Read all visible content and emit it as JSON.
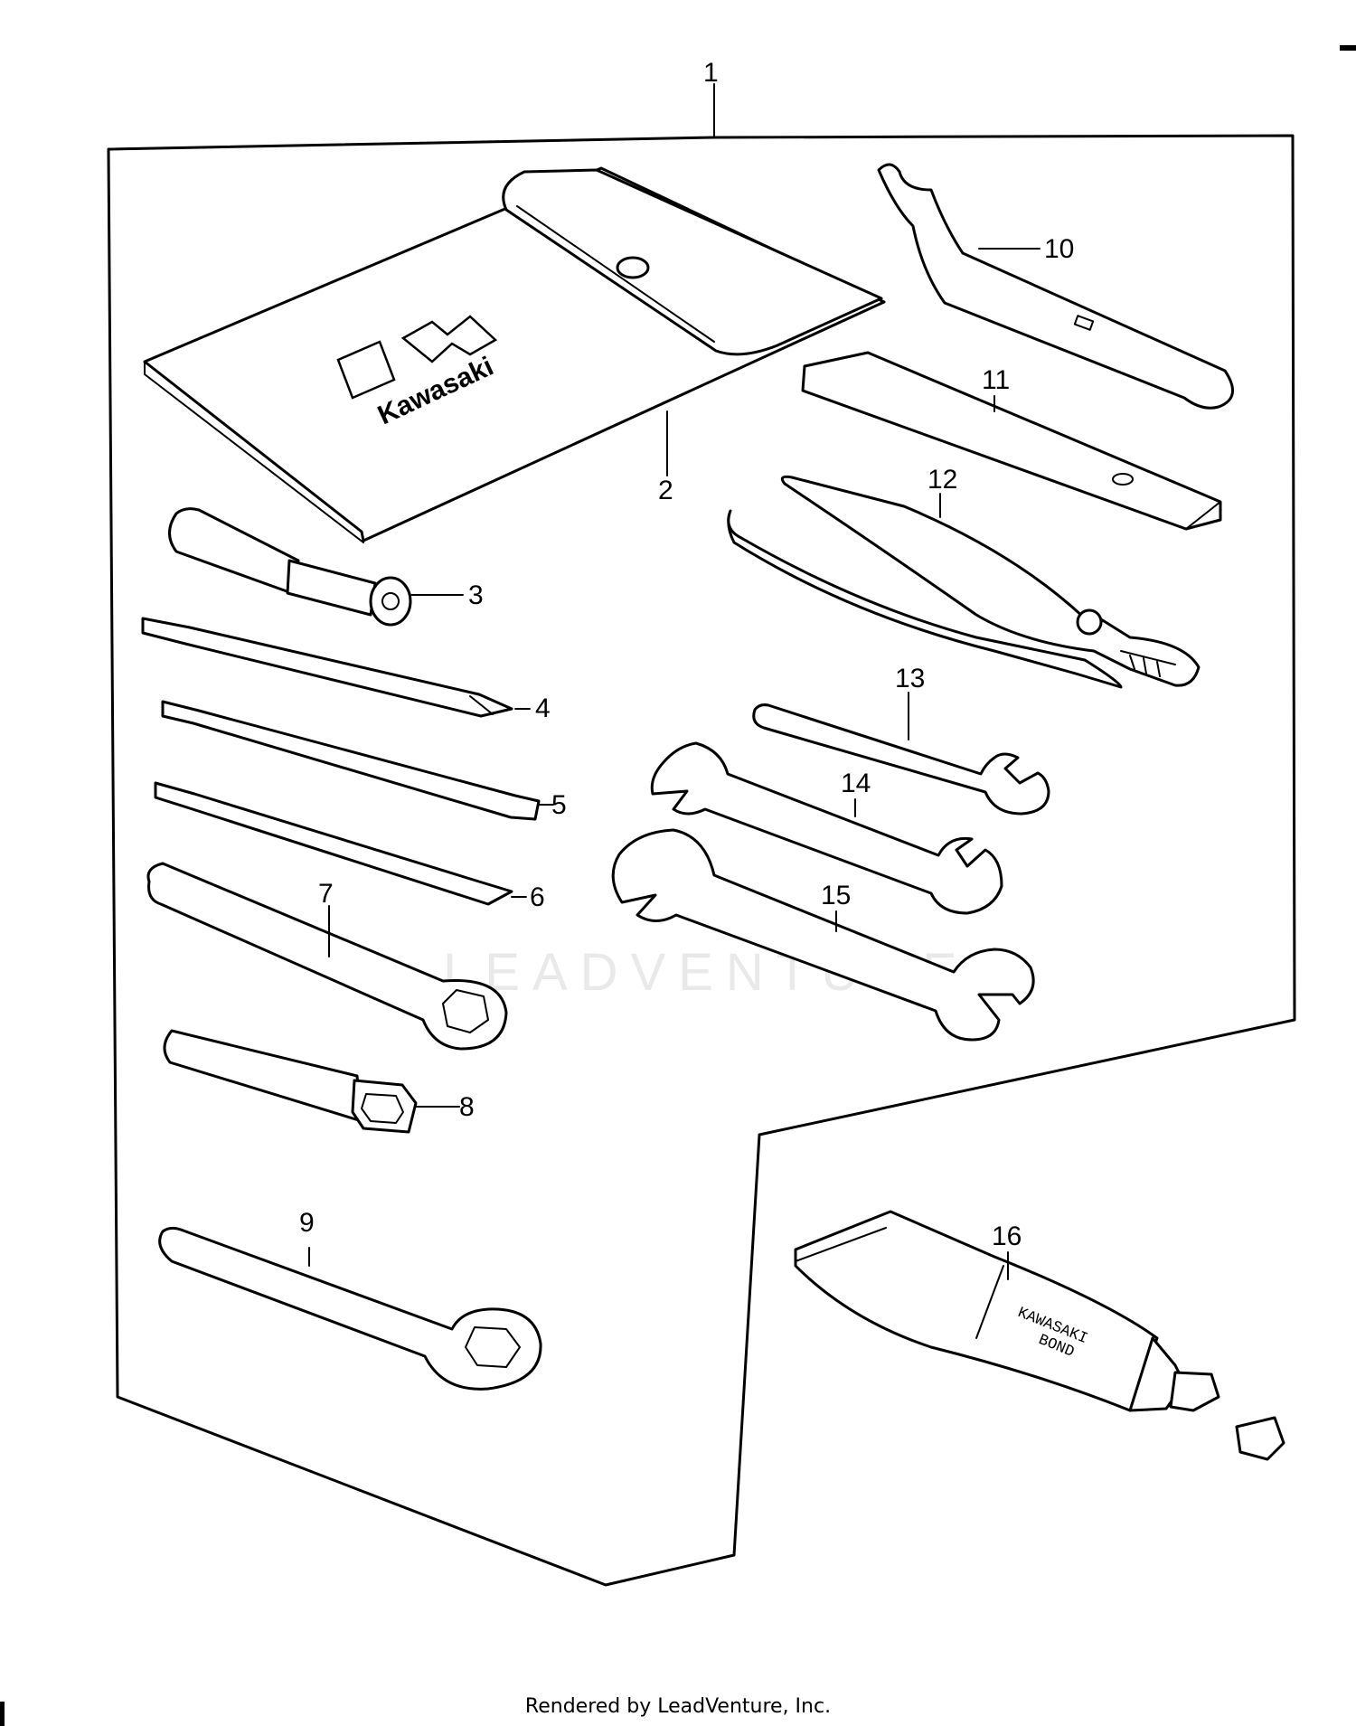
{
  "footer": {
    "text": "Rendered by LeadVenture, Inc."
  },
  "watermark": {
    "text": "LEADVENTURE"
  },
  "labels": {
    "pouch_brand": "Kawasaki",
    "tube_line1": "KAWASAKI",
    "tube_line2": "BOND"
  },
  "callouts": [
    {
      "id": "1"
    },
    {
      "id": "2"
    },
    {
      "id": "3"
    },
    {
      "id": "4"
    },
    {
      "id": "5"
    },
    {
      "id": "6"
    },
    {
      "id": "7"
    },
    {
      "id": "8"
    },
    {
      "id": "9"
    },
    {
      "id": "10"
    },
    {
      "id": "11"
    },
    {
      "id": "12"
    },
    {
      "id": "13"
    },
    {
      "id": "14"
    },
    {
      "id": "15"
    },
    {
      "id": "16"
    }
  ]
}
